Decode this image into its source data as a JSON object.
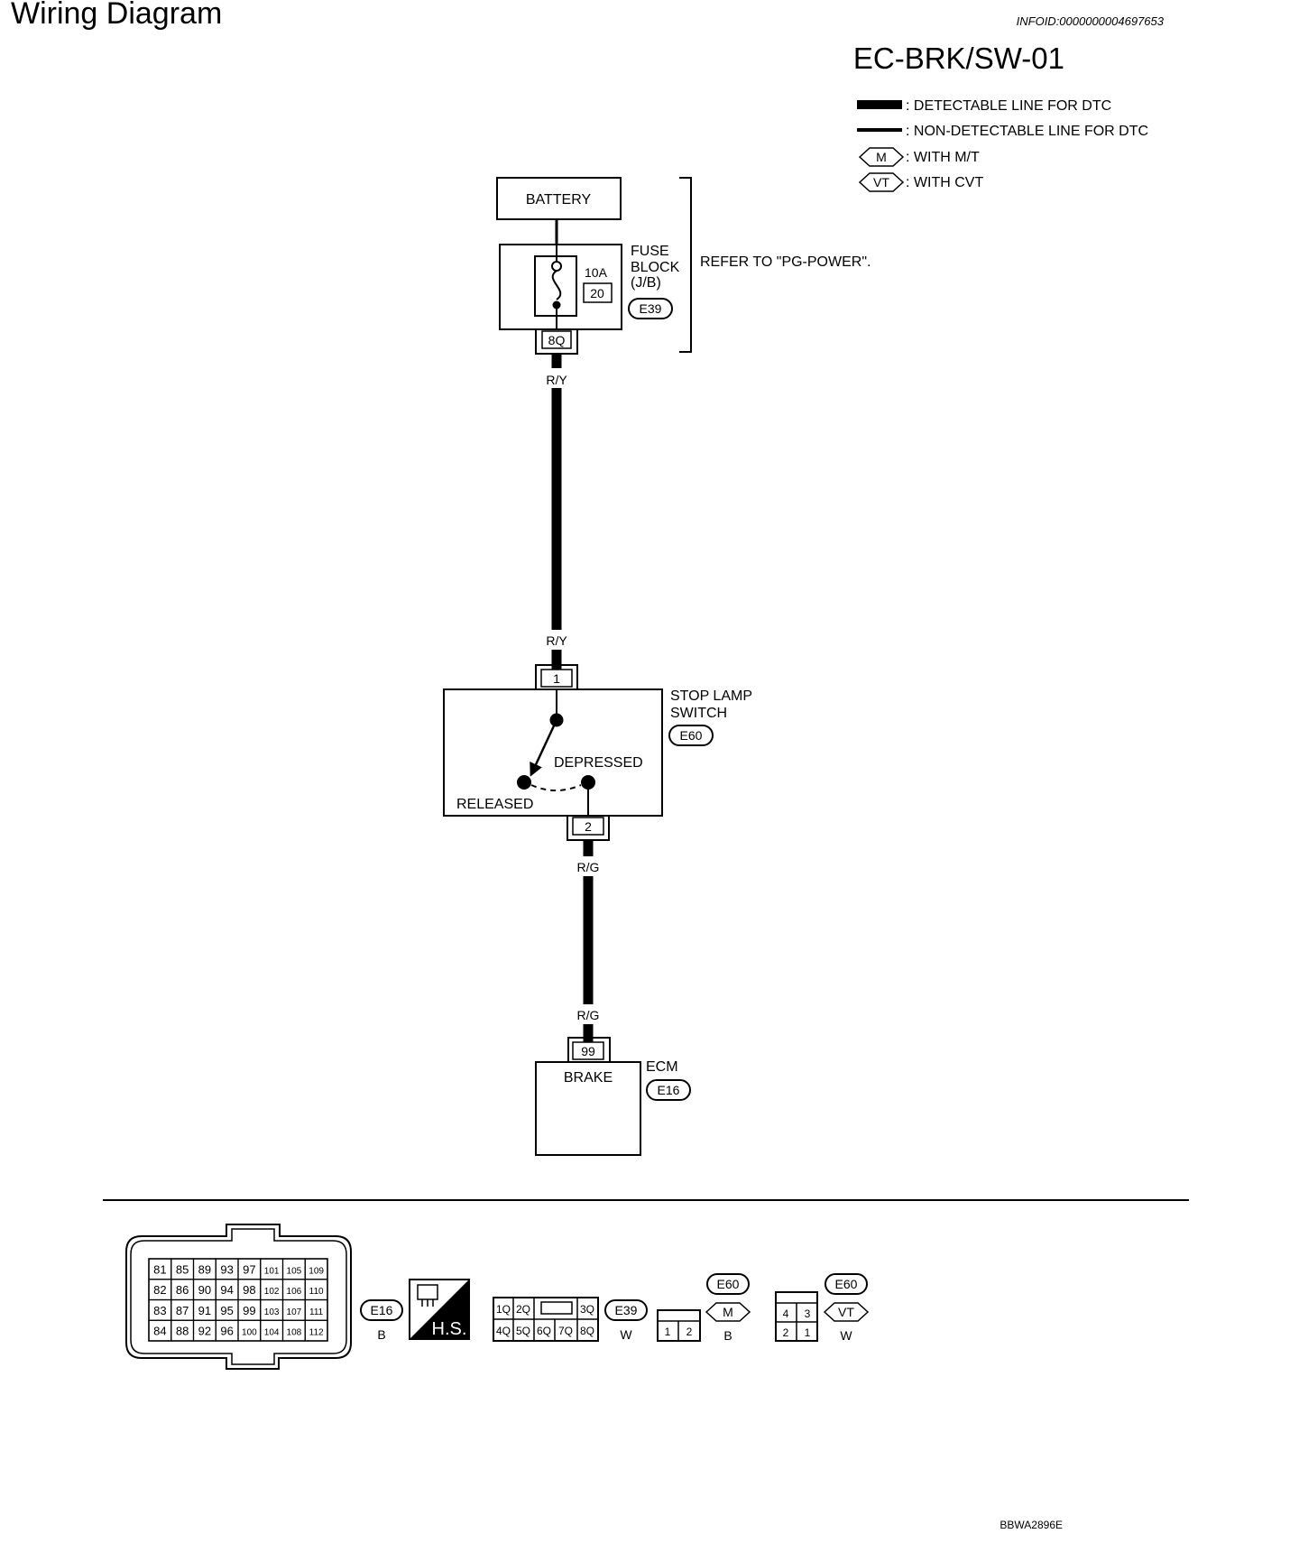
{
  "header": {
    "title": "Wiring Diagram",
    "info_id": "INFOID:0000000004697653",
    "diagram_id": "EC-BRK/SW-01"
  },
  "legend": {
    "detectable": ": DETECTABLE LINE FOR DTC",
    "non_detectable": ": NON-DETECTABLE LINE FOR DTC",
    "mt_symbol": "M",
    "mt_label": ": WITH M/T",
    "cvt_symbol": "VT",
    "cvt_label": ": WITH CVT"
  },
  "components": {
    "battery": "BATTERY",
    "fuse_block": {
      "line1": "FUSE",
      "line2": "BLOCK",
      "line3": "(J/B)",
      "rating": "10A",
      "fuse_no": "20",
      "connector": "E39",
      "terminal": "8Q",
      "note": "REFER TO \"PG-POWER\"."
    },
    "stop_lamp_switch": {
      "line1": "STOP LAMP",
      "line2": "SWITCH",
      "connector": "E60",
      "terminal_in": "1",
      "terminal_out": "2",
      "depressed": "DEPRESSED",
      "released": "RELEASED"
    },
    "ecm": {
      "label": "ECM",
      "connector": "E16",
      "terminal": "99",
      "signal": "BRAKE"
    }
  },
  "wires": {
    "fuse_to_switch": "R/Y",
    "switch_to_ecm": "R/G"
  },
  "connector_views": {
    "e16": {
      "rows": [
        [
          "81",
          "85",
          "89",
          "93",
          "97",
          "101",
          "105",
          "109"
        ],
        [
          "82",
          "86",
          "90",
          "94",
          "98",
          "102",
          "106",
          "110"
        ],
        [
          "83",
          "87",
          "91",
          "95",
          "99",
          "103",
          "107",
          "111"
        ],
        [
          "84",
          "88",
          "92",
          "96",
          "100",
          "104",
          "108",
          "112"
        ]
      ],
      "id": "E16",
      "color": "B"
    },
    "hs": "H.S.",
    "e39": {
      "top": [
        "1Q",
        "2Q",
        "3Q"
      ],
      "bottom": [
        "4Q",
        "5Q",
        "6Q",
        "7Q",
        "8Q"
      ],
      "id": "E39",
      "color": "W"
    },
    "e60_mt": {
      "pins": [
        "1",
        "2"
      ],
      "id": "E60",
      "variant": "M",
      "color": "B"
    },
    "e60_cvt": {
      "top": [
        "4",
        "3"
      ],
      "bottom": [
        "2",
        "1"
      ],
      "id": "E60",
      "variant": "VT",
      "color": "W"
    }
  },
  "footer": {
    "figure_id": "BBWA2896E"
  }
}
